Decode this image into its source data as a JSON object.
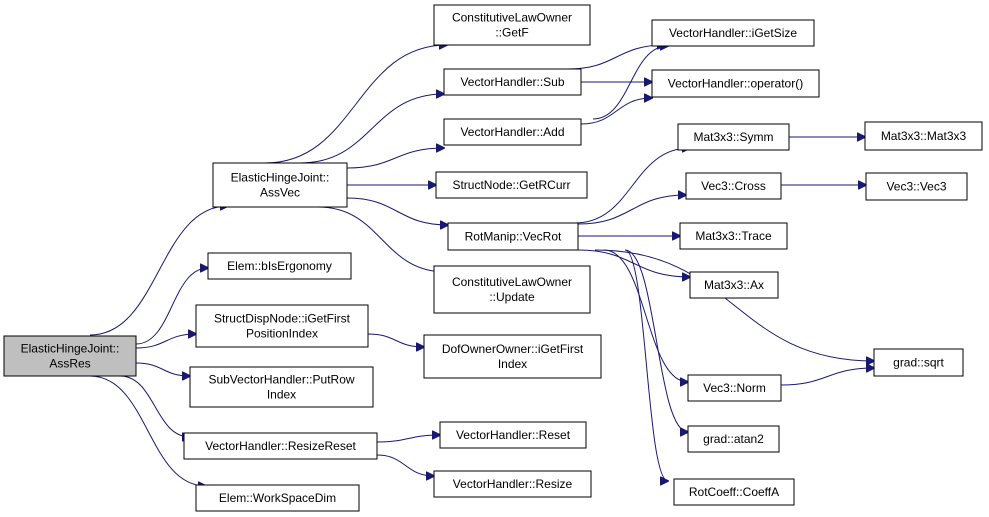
{
  "colors": {
    "node_fill": "#ffffff",
    "root_fill": "#bfbfbf",
    "border": "#000000",
    "edge": "#191970"
  },
  "nodes": {
    "root": [
      "ElasticHingeJoint::",
      "AssRes"
    ],
    "assvec": [
      "ElasticHingeJoint::",
      "AssVec"
    ],
    "bisergonomy": [
      "Elem::bIsErgonomy"
    ],
    "getfirstpos": [
      "StructDispNode::iGetFirst",
      "PositionIndex"
    ],
    "putrow": [
      "SubVectorHandler::PutRow",
      "Index"
    ],
    "resizereset": [
      "VectorHandler::ResizeReset"
    ],
    "workspacedim": [
      "Elem::WorkSpaceDim"
    ],
    "getf": [
      "ConstitutiveLawOwner",
      "::GetF"
    ],
    "sub": [
      "VectorHandler::Sub"
    ],
    "add": [
      "VectorHandler::Add"
    ],
    "getrcurr": [
      "StructNode::GetRCurr"
    ],
    "vecrot": [
      "RotManip::VecRot"
    ],
    "update": [
      "ConstitutiveLawOwner",
      "::Update"
    ],
    "dofowner": [
      "DofOwnerOwner::iGetFirst",
      "Index"
    ],
    "reset": [
      "VectorHandler::Reset"
    ],
    "resize": [
      "VectorHandler::Resize"
    ],
    "igetsize": [
      "VectorHandler::iGetSize"
    ],
    "operator": [
      "VectorHandler::operator()"
    ],
    "symm": [
      "Mat3x3::Symm"
    ],
    "cross": [
      "Vec3::Cross"
    ],
    "trace": [
      "Mat3x3::Trace"
    ],
    "ax": [
      "Mat3x3::Ax"
    ],
    "norm": [
      "Vec3::Norm"
    ],
    "atan2": [
      "grad::atan2"
    ],
    "coeffa": [
      "RotCoeff::CoeffA"
    ],
    "mat3x3": [
      "Mat3x3::Mat3x3"
    ],
    "vec3": [
      "Vec3::Vec3"
    ],
    "sqrt": [
      "grad::sqrt"
    ]
  }
}
